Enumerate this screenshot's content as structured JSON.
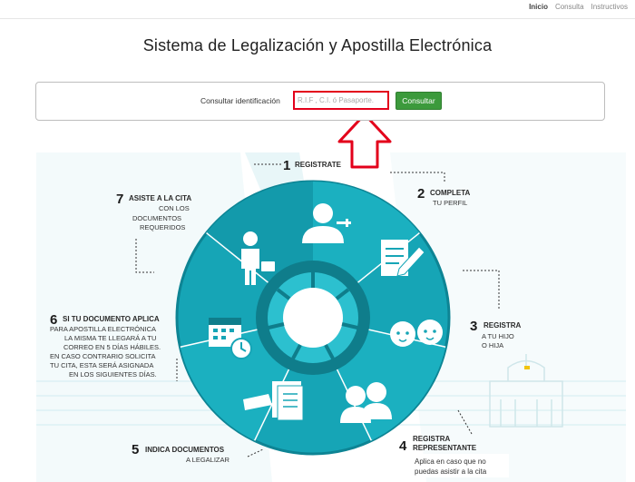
{
  "nav": {
    "items": [
      "Inicio",
      "Consulta",
      "Instructivos"
    ]
  },
  "page": {
    "title": "Sistema de Legalización y Apostilla Electrónica"
  },
  "search": {
    "label": "Consultar identificación",
    "placeholder": "R.I.F , C.I. ó Pasaporte.",
    "button": "Consultar"
  },
  "steps": {
    "s1": {
      "num": "1",
      "title": "REGISTRATE"
    },
    "s2": {
      "num": "2",
      "title": "COMPLETA",
      "line1": "TU PERFIL"
    },
    "s3": {
      "num": "3",
      "title": "REGISTRA",
      "line1": "A TU HIJO",
      "line2": "O HIJA"
    },
    "s4": {
      "num": "4",
      "title": "REGISTRA",
      "line1": "REPRESENTANTE",
      "line2": "Aplica en caso que no",
      "line3": "puedas asistir a la cita"
    },
    "s5": {
      "num": "5",
      "title": "INDICA DOCUMENTOS",
      "line1": "A LEGALIZAR"
    },
    "s6": {
      "num": "6",
      "title": "SI TU DOCUMENTO APLICA",
      "lines": [
        "PARA APOSTILLA ELECTRÓNICA",
        "LA MISMA TE LLEGARÁ A TU",
        "CORREO EN 5 DÍAS HÁBILES.",
        "EN CASO CONTRARIO SOLICITA",
        "TU CITA, ESTA SERÁ ASIGNADA",
        "EN LOS SIGUIENTES DÍAS."
      ]
    },
    "s7": {
      "num": "7",
      "title": "ASISTE A LA CITA",
      "lines": [
        "CON LOS",
        "DOCUMENTOS",
        "REQUERIDOS"
      ]
    }
  },
  "colors": {
    "teal": "#1aa3b3",
    "teal_dark": "#0c8190",
    "highlight": "#e3001b",
    "button": "#3c9a3c"
  },
  "icons": [
    "add-user-icon",
    "document-edit-icon",
    "children-faces-icon",
    "two-people-icon",
    "hand-documents-icon",
    "calendar-clock-icon",
    "person-briefcase-icon"
  ]
}
